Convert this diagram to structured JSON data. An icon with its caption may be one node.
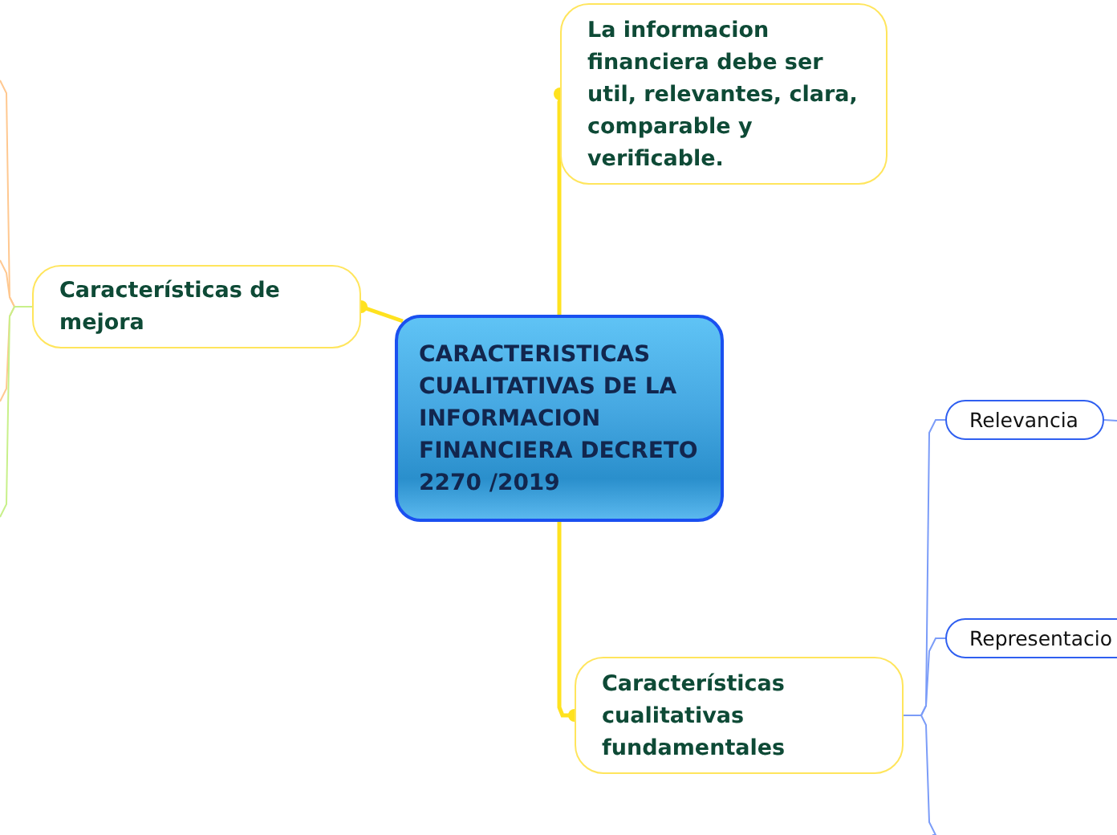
{
  "diagram": {
    "nodes": [
      {
        "text": [
          "CARACTERISTICAS CUALITATIVAS DE LA INFORMACION FINANCIERA DECRETO 2270 /2019"
        ]
      },
      {
        "text": [
          "La informacion financiera debe ser util, relevantes, clara, comparable y verificable."
        ]
      },
      {
        "text": [
          "Características de mejora"
        ]
      },
      {
        "text": [
          "Características cualitativas fundamentales"
        ]
      },
      {
        "text": [
          "Relevancia"
        ]
      },
      {
        "text": [
          "Representacio"
        ]
      }
    ],
    "edges": [
      {
        "from": 0,
        "to": 1,
        "arrow": "other",
        "color": "#ffe21f",
        "style": "thick"
      },
      {
        "from": 0,
        "to": 2,
        "arrow": "other",
        "color": "#ffe21f",
        "style": "thick"
      },
      {
        "from": 0,
        "to": 3,
        "arrow": "other",
        "color": "#ffe21f",
        "style": "thick"
      },
      {
        "from": 3,
        "to": 4,
        "arrow": "none"
      },
      {
        "from": 3,
        "to": 5,
        "arrow": "none"
      },
      {
        "from": 3,
        "to": null,
        "arrow": "none"
      },
      {
        "from": 4,
        "to": null,
        "arrow": "none"
      },
      {
        "from": 2,
        "to": null,
        "arrow": "none",
        "color": "#ffc890"
      },
      {
        "from": 2,
        "to": null,
        "arrow": "none",
        "color": "#ffc890"
      },
      {
        "from": 2,
        "to": null,
        "arrow": "none",
        "color": "#ffc890"
      },
      {
        "from": 2,
        "to": null,
        "arrow": "none",
        "color": "#c8f08a"
      }
    ]
  }
}
